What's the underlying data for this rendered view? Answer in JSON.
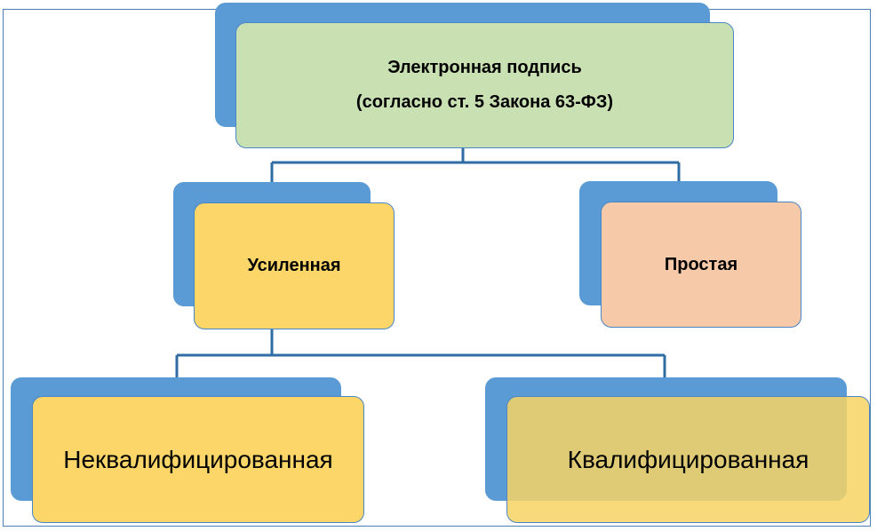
{
  "diagram": {
    "root": {
      "line1": "Электронная подпись",
      "line2": "(согласно ст. 5 Закона 63-ФЗ)"
    },
    "level1": [
      {
        "label": "Усиленная"
      },
      {
        "label": "Простая"
      }
    ],
    "level2": [
      {
        "label": "Неквалифицированная"
      },
      {
        "label": "Квалифицированная"
      }
    ]
  },
  "colors": {
    "frame_border": "#4a7eb5",
    "connector": "#2e6da4",
    "shadow": "#5b9bd5",
    "root_fill": "#c9e0b3",
    "yellow_fill": "#fcd669",
    "peach_fill": "#f6c9a9"
  }
}
